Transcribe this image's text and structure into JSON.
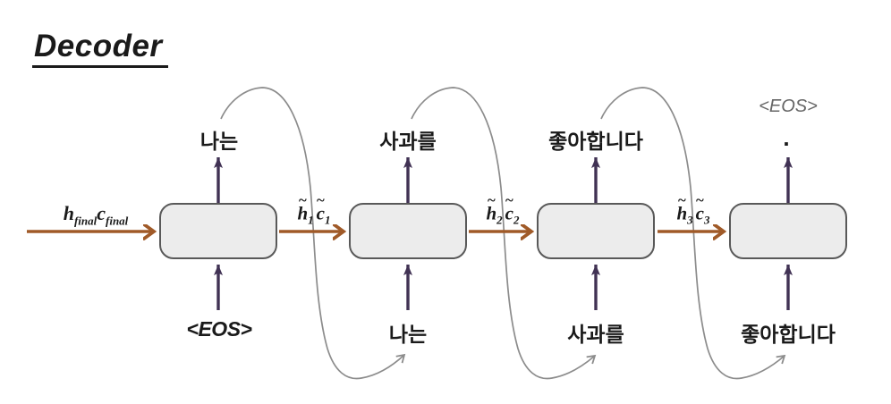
{
  "title": "Decoder",
  "colors": {
    "arrow_brown": "#A05A28",
    "arrow_purple": "#413254",
    "feedback_curve_gray": "#8C8C8C",
    "cell_fill": "#ECECEC",
    "cell_border": "#595959",
    "eos_note_gray": "#666666",
    "text_black": "#1A1A1A"
  },
  "initial_state": {
    "var1": "h",
    "sub1": "final",
    "var2": "c",
    "sub2": "final"
  },
  "hidden_states": [
    {
      "tilde": "~",
      "var1": "h",
      "sub1": "1",
      "var2": "c",
      "sub2": "1"
    },
    {
      "tilde": "~",
      "var1": "h",
      "sub1": "2",
      "var2": "c",
      "sub2": "2"
    },
    {
      "tilde": "~",
      "var1": "h",
      "sub1": "3",
      "var2": "c",
      "sub2": "3"
    }
  ],
  "cells": [
    {
      "output": "나는",
      "input": "<EOS>"
    },
    {
      "output": "사과를",
      "input": "나는"
    },
    {
      "output": "좋아합니다",
      "input": "사과를"
    },
    {
      "output": ".",
      "output_note": "<EOS>",
      "input": "좋아합니다"
    }
  ]
}
